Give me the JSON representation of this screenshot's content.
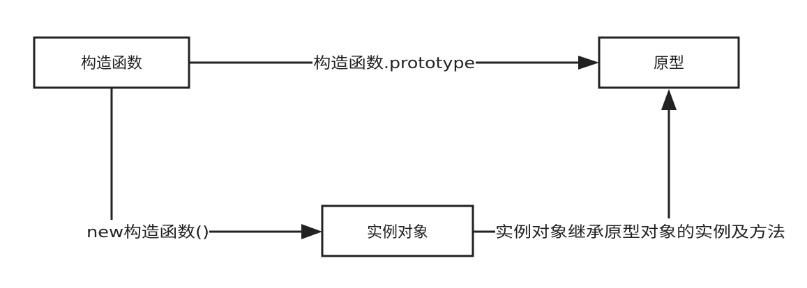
{
  "nodes": {
    "constructor": {
      "label": "构造函数"
    },
    "prototype": {
      "label": "原型"
    },
    "instance": {
      "label": "实例对象"
    }
  },
  "edges": {
    "constructor_to_prototype": {
      "label": "构造函数.prototype"
    },
    "constructor_to_instance": {
      "label": "new构造函数()"
    },
    "instance_to_prototype": {
      "label": "实例对象继承原型对象的实例及方法"
    }
  },
  "colors": {
    "stroke": "#222222",
    "background": "#ffffff"
  }
}
